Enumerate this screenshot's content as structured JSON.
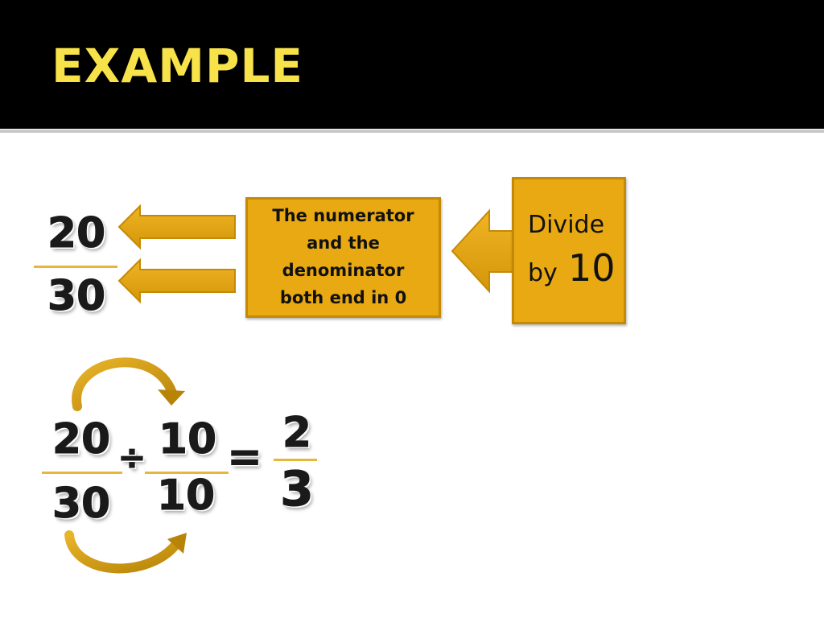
{
  "slide": {
    "title": "EXAMPLE"
  },
  "top_fraction": {
    "numerator": "20",
    "denominator": "30"
  },
  "explanation_box": {
    "line1": "The numerator",
    "line2": "and the",
    "line3": "denominator",
    "line4": "both end in 0"
  },
  "divide_box": {
    "word": "Divide",
    "by": "by",
    "divisor": "10"
  },
  "equation": {
    "fraction_numerator": "20",
    "fraction_denominator": "30",
    "operator": "÷",
    "divisor_numerator": "10",
    "divisor_denominator": "10",
    "equals": "=",
    "result_numerator": "2",
    "result_denominator": "3"
  },
  "colors": {
    "header_bg": "#000000",
    "title": "#f7e24a",
    "accent": "#e8a912",
    "arrow": "#e8a912"
  }
}
